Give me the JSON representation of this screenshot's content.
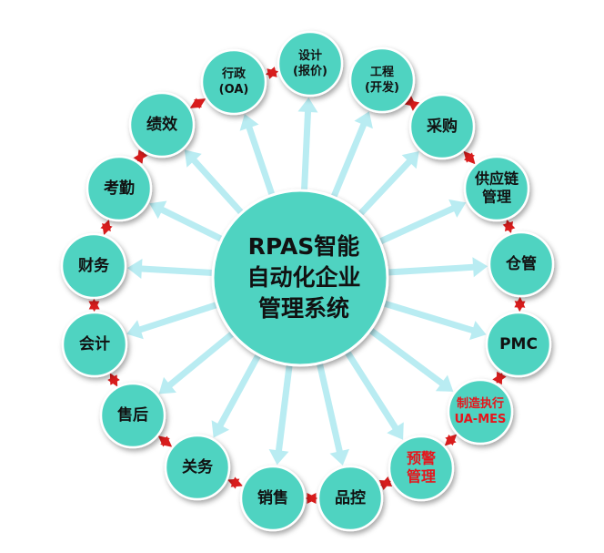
{
  "colors": {
    "node_fill": "#4fd3c1",
    "node_stroke": "#ffffff",
    "spoke_arrow": "#b9ecf2",
    "ring_arrow": "#d91c1c",
    "highlight_text": "#e8141b"
  },
  "center": {
    "lines": [
      "RPAS智能",
      "自动化企业",
      "管理系统"
    ]
  },
  "nodes": [
    {
      "id": "design",
      "lines": [
        "设计",
        "(报价)"
      ],
      "highlight": false
    },
    {
      "id": "engineering",
      "lines": [
        "工程",
        "(开发)"
      ],
      "highlight": false
    },
    {
      "id": "purchasing",
      "lines": [
        "采购"
      ],
      "highlight": false
    },
    {
      "id": "supply-chain",
      "lines": [
        "供应链",
        "管理"
      ],
      "highlight": false
    },
    {
      "id": "warehouse",
      "lines": [
        "仓管"
      ],
      "highlight": false
    },
    {
      "id": "pmc",
      "lines": [
        "PMC"
      ],
      "highlight": false
    },
    {
      "id": "mes",
      "lines": [
        "制造执行",
        "UA-MES"
      ],
      "highlight": true
    },
    {
      "id": "alert",
      "lines": [
        "预警",
        "管理"
      ],
      "highlight": true
    },
    {
      "id": "quality",
      "lines": [
        "品控"
      ],
      "highlight": false
    },
    {
      "id": "sales",
      "lines": [
        "销售"
      ],
      "highlight": false
    },
    {
      "id": "customs",
      "lines": [
        "关务"
      ],
      "highlight": false
    },
    {
      "id": "after-sales",
      "lines": [
        "售后"
      ],
      "highlight": false
    },
    {
      "id": "accounting",
      "lines": [
        "会计"
      ],
      "highlight": false
    },
    {
      "id": "finance",
      "lines": [
        "财务"
      ],
      "highlight": false
    },
    {
      "id": "attendance",
      "lines": [
        "考勤"
      ],
      "highlight": false
    },
    {
      "id": "performance",
      "lines": [
        "绩效"
      ],
      "highlight": false
    },
    {
      "id": "admin",
      "lines": [
        "行政",
        "(OA)"
      ],
      "highlight": false
    }
  ]
}
